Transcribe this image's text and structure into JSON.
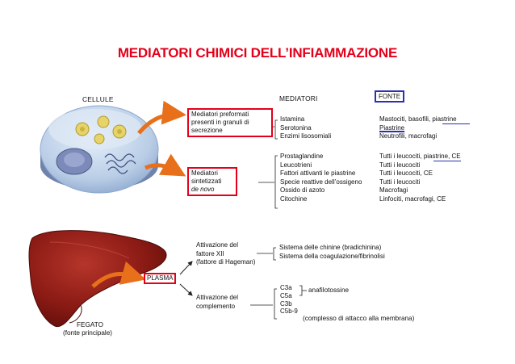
{
  "title": "MEDIATORI CHIMICI DELL’INFIAMMAZIONE",
  "headers": {
    "cellule": "CELLULE",
    "mediatori": "MEDIATORI",
    "fonte": "FONTE"
  },
  "box_preformati": [
    "Mediatori preformati",
    "presenti in granuli di",
    "secrezione"
  ],
  "box_sintetizzati": [
    "Mediatori",
    "sintetizzati",
    "de novo"
  ],
  "preformati": {
    "mediatori": [
      "Istamina",
      "Serotonina",
      "Enzimi lisosomiali"
    ],
    "fonti": [
      "Mastociti, basofili, piastrine",
      "Piastrine",
      "Neutrofili, macrofagi"
    ]
  },
  "sintetizzati": {
    "mediatori": [
      "Prostaglandine",
      "Leucotrieni",
      "Fattori attivanti le piastrine",
      "Specie reattive dell’ossigeno",
      "Ossido di azoto",
      "Citochine"
    ],
    "fonti": [
      "Tutti i leucociti, piastrine, CE",
      "Tutti i leucociti",
      "Tutti i leucociti, CE",
      "Tutti i leucociti",
      "Macrofagi",
      "Linfociti, macrofagi, CE"
    ]
  },
  "plasma_label": "PLASMA",
  "fattore_xii": [
    "Attivazione del",
    "fattore XII",
    "(fattore di Hageman)"
  ],
  "sistemi": [
    "Sistema delle chinine (bradichinina)",
    "Sistema della coagulazione/fibrinolisi"
  ],
  "complemento": [
    "Attivazione del",
    "complemento"
  ],
  "complement_items": [
    "C3a",
    "C5a",
    "C3b",
    "C5b-9"
  ],
  "anafilotossine": "anafilotossine",
  "complesso": "(complesso di attacco alla membrana)",
  "fegato": [
    "FEGATO",
    "(fonte principale)"
  ],
  "colors": {
    "title_red": "#e4001b",
    "box_red": "#e4001b",
    "fonte_blue": "#2b2fb0",
    "liver": "#8a1a14",
    "arrow_orange": "#e8701a"
  },
  "icons": [
    "cell-illustration",
    "liver-illustration",
    "curved-arrow-icon"
  ]
}
